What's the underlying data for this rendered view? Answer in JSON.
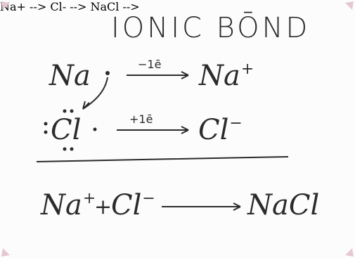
{
  "title": "IONIC BŌND",
  "line1": {
    "reactant": "Na",
    "over_arrow": "−1ē",
    "product": "Na",
    "product_charge": "+"
  },
  "line2": {
    "reactant": "Cl",
    "over_arrow": "+1ē",
    "product": "Cl",
    "product_charge": "−"
  },
  "line3": {
    "ion1": "Na",
    "ion1_charge": "+",
    "plus": "+",
    "ion2": "Cl",
    "ion2_charge": "−",
    "product": "NaCl"
  },
  "colors": {
    "ink": "#2b2b2b",
    "corner_accent": "#d7a9b6"
  }
}
